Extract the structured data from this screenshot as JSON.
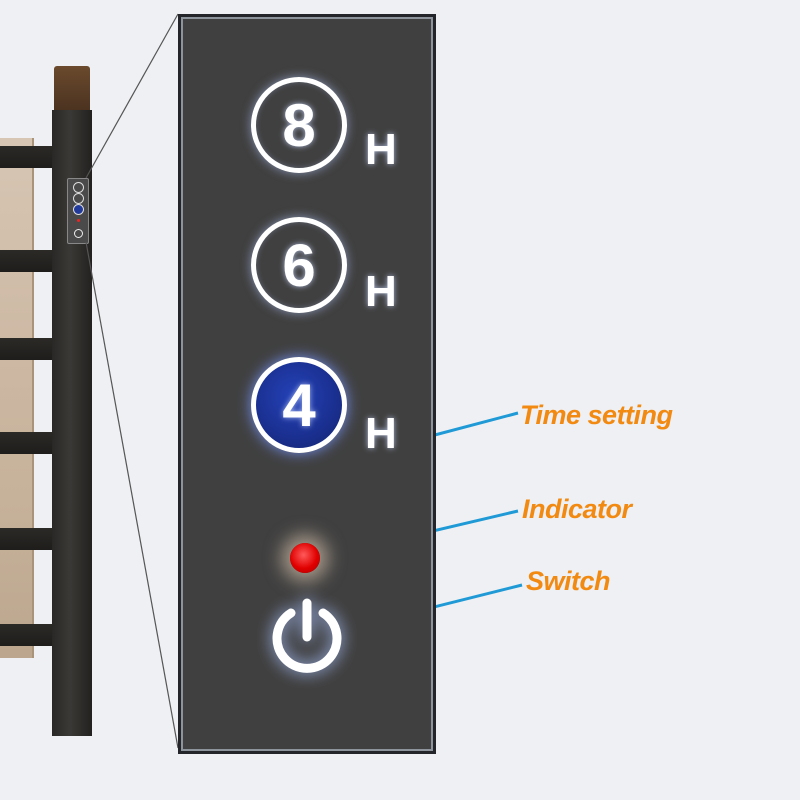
{
  "panel": {
    "timer_buttons": [
      {
        "number": "8",
        "unit": "H",
        "active": false
      },
      {
        "number": "6",
        "unit": "H",
        "active": false
      },
      {
        "number": "4",
        "unit": "H",
        "active": true
      }
    ]
  },
  "callouts": {
    "time_setting": "Time setting",
    "indicator": "Indicator",
    "switch": "Switch"
  },
  "colors": {
    "callout_text": "#f28a12",
    "callout_line": "#1f9ad6",
    "panel_bg": "#404040",
    "active_button": "#1a2f8f",
    "indicator_led": "#e00000"
  },
  "icons": {
    "power": "power-icon"
  }
}
